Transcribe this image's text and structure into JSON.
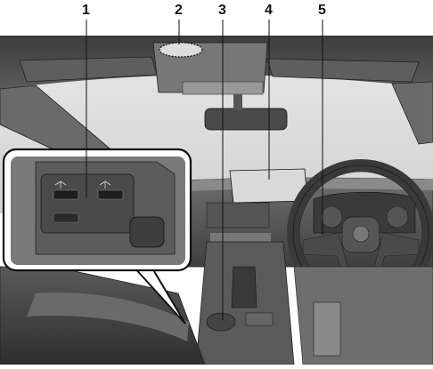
{
  "callouts": [
    {
      "number": "1",
      "target": "usb-ports"
    },
    {
      "number": "2",
      "target": "overhead-microphone"
    },
    {
      "number": "3",
      "target": "commander-control"
    },
    {
      "number": "4",
      "target": "active-driving-display"
    },
    {
      "number": "5",
      "target": "steering-switches"
    }
  ],
  "colors": {
    "interior_dark": "#4a4a4a",
    "interior_mid": "#8a8a8a",
    "interior_light": "#c9c9c9",
    "outline": "#1a1a1a",
    "background": "#ffffff"
  }
}
